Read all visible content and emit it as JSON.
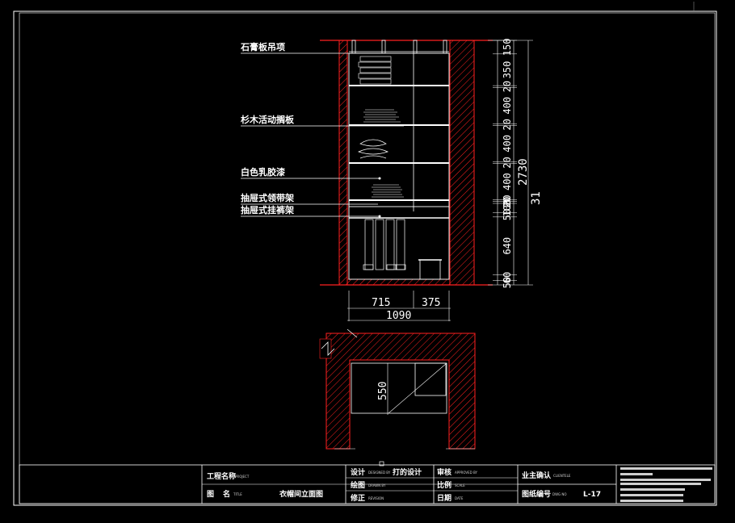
{
  "elevation_labels": [
    {
      "id": "gypsum",
      "text": "石膏板吊项"
    },
    {
      "id": "fir-shelf",
      "text": "杉木活动搁板"
    },
    {
      "id": "latex",
      "text": "白色乳胶漆"
    },
    {
      "id": "tie-rack",
      "text": "抽屉式领带架"
    },
    {
      "id": "trouser-rack",
      "text": "抽屉式挂裤架"
    }
  ],
  "vertical_dims": [
    "150",
    "350",
    "20",
    "400",
    "20",
    "400",
    "20",
    "400",
    "20",
    "20",
    "100",
    "50",
    "640",
    "60",
    "50"
  ],
  "total_height_dim": "2730",
  "wall_height_dim": "31",
  "width_dims": [
    "715",
    "375"
  ],
  "total_width_dim": "1090",
  "plan_depth_dim": "550",
  "colors": {
    "wall": "#ff2020",
    "line": "#ffffff",
    "border": "#ffffff",
    "hatch": "#ff2020"
  },
  "title_block": {
    "project_label": "工程名称",
    "project_sub": "PROJECT",
    "title_label": "图",
    "title_label2": "名",
    "title_sub": "TITLE",
    "drawing_name": "衣帽间立面图",
    "design_label": "设计",
    "design_sub": "DESIGNED BY",
    "designer": "打的设计",
    "approve_label": "审核",
    "approve_sub": "APPROVED BY",
    "client_label": "业主确认",
    "client_sub": "CLIENTELE",
    "draw_label": "绘图",
    "draw_sub": "DRAWN BY",
    "scale_label": "比例",
    "scale_sub": "SCALE",
    "number_label": "图纸编号",
    "number_sub": "DWG NO",
    "number_value": "L-17",
    "revise_label": "修正",
    "revise_sub": "REVISION",
    "date_label": "日期",
    "date_sub": "DATE"
  }
}
